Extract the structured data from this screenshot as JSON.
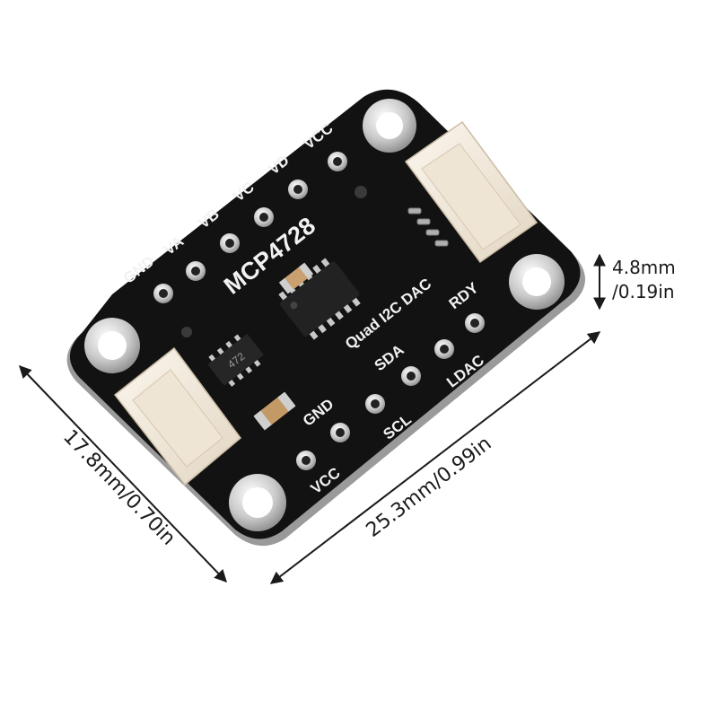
{
  "board": {
    "chip_name": "MCP4728",
    "subtitle": "Quad I2C DAC",
    "ic_code": "472",
    "top_pins": [
      "GND",
      "VA",
      "VB",
      "VC",
      "VD",
      "VCC"
    ],
    "right_pins": {
      "rdy": "RDY",
      "sda": "SDA",
      "ldac": "LDAC",
      "scl": "SCL",
      "gnd": "GND",
      "vcc": "VCC"
    }
  },
  "dimensions": {
    "thickness_mm": "4.8mm",
    "thickness_in": "/0.19in",
    "length": "25.3mm/0.99in",
    "width": "17.8mm/0.70in"
  },
  "colors": {
    "pcb": "#121212",
    "pad": "#d8d8d8",
    "connector": "#f1e9dc",
    "silkscreen": "#f2f2f2"
  }
}
